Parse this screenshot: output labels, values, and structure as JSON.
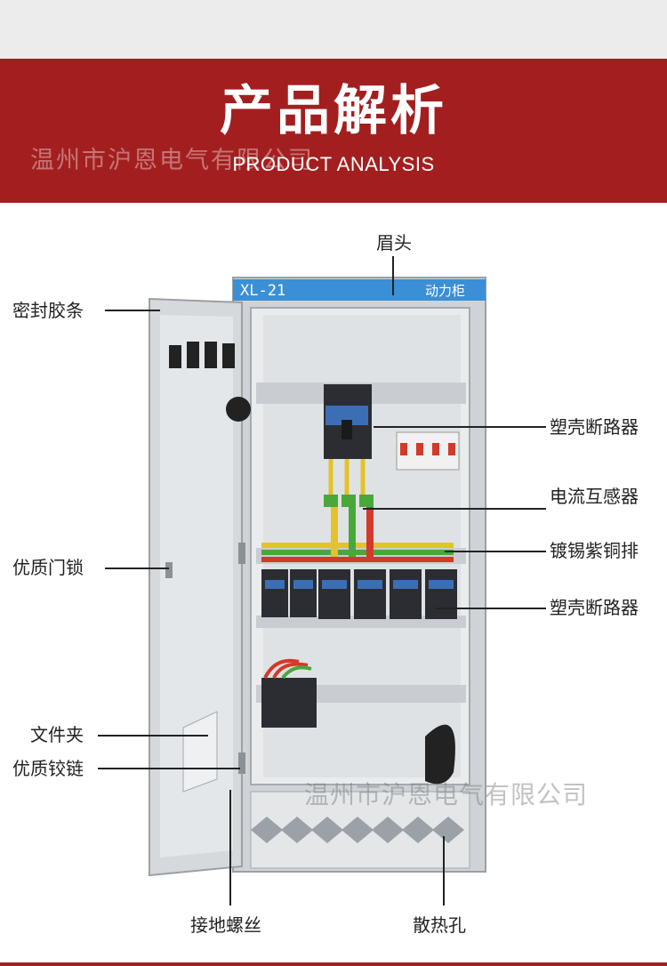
{
  "header": {
    "title_cn": "产品解析",
    "title_en": "PRODUCT ANALYSIS",
    "watermark": "温州市沪恩电气有限公司"
  },
  "cabinet": {
    "model_label": "XL-21",
    "type_label": "动力柜"
  },
  "callouts": {
    "brow": "眉头",
    "seal_strip": "密封胶条",
    "mccb_top": "塑壳断路器",
    "current_transformer": "电流互感器",
    "copper_bar": "镀锡紫铜排",
    "mccb_row": "塑壳断路器",
    "door_lock": "优质门锁",
    "file_holder": "文件夹",
    "hinge": "优质铰链",
    "ground_screw": "接地螺丝",
    "vent_holes": "散热孔"
  },
  "watermark_bottom": "温州市沪恩电气有限公司",
  "colors": {
    "banner": "#a31f1f",
    "cabinet_top": "#3a8fd6",
    "cabinet_body": "#dcdfe2",
    "breaker_dark": "#2b2d33",
    "copper_red": "#d23a2a",
    "copper_green": "#4aa83b",
    "copper_yellow": "#e3c328"
  }
}
